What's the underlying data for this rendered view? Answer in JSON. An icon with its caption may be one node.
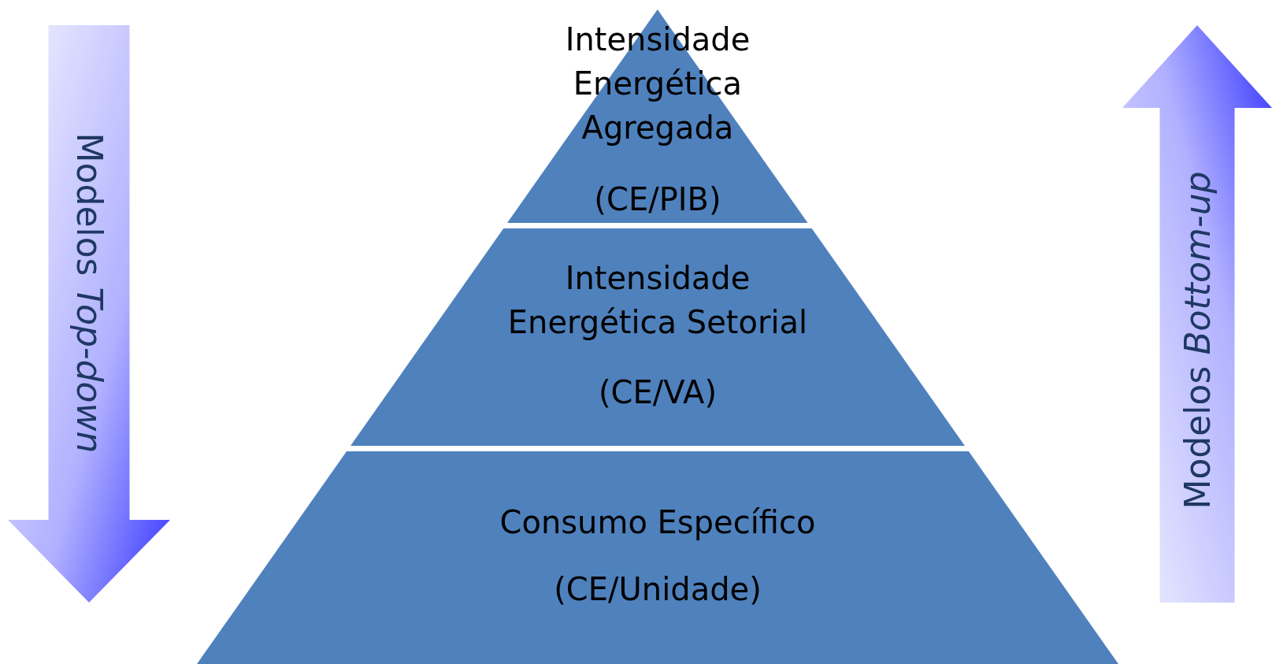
{
  "diagram": {
    "nodes": [
      {
        "text": [
          "Intensidade Energética Agregada",
          "(CE/PIB)"
        ]
      },
      {
        "text": [
          "Intensidade Energética Setorial",
          "(CE/VA)"
        ]
      },
      {
        "text": [
          "Consumo Específico",
          "(CE/Unidade)"
        ]
      },
      {
        "text": [
          "Modelos *Top-down*"
        ]
      },
      {
        "text": [
          "Modelos *Bottom-up*"
        ]
      }
    ]
  }
}
